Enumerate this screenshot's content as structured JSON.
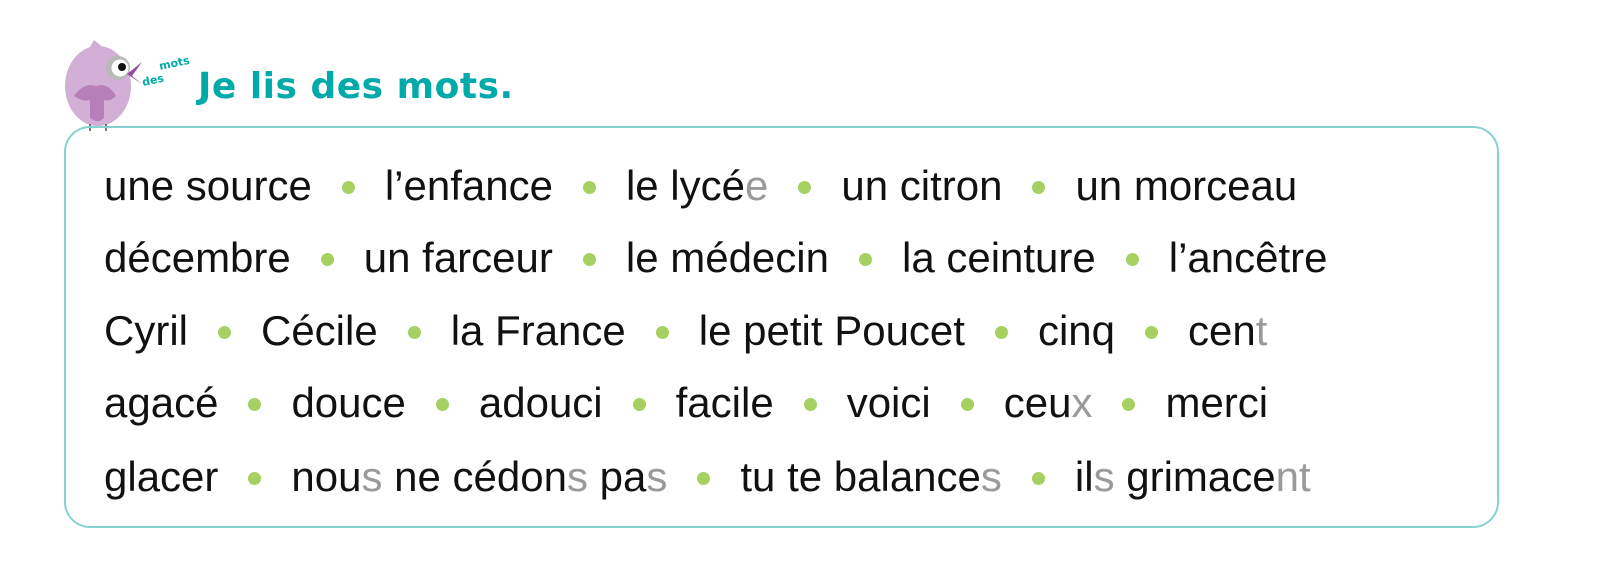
{
  "header": {
    "title": "Je lis des mots.",
    "mascot_label": "des mots",
    "mascot_icon": "bird-icon"
  },
  "colors": {
    "title": "#00aaa8",
    "box_border": "#86d2cf",
    "separator_dot": "#a7d063",
    "text": "#111111",
    "silent_letters": "#9a9a9c"
  },
  "lines": [
    {
      "words": [
        {
          "parts": [
            {
              "t": "une source"
            }
          ]
        },
        {
          "parts": [
            {
              "t": "l’enfance"
            }
          ]
        },
        {
          "parts": [
            {
              "t": "le lycé"
            },
            {
              "t": "e",
              "silent": true
            }
          ]
        },
        {
          "parts": [
            {
              "t": "un citron"
            }
          ]
        },
        {
          "parts": [
            {
              "t": "un morceau"
            }
          ]
        }
      ]
    },
    {
      "words": [
        {
          "parts": [
            {
              "t": "décembre"
            }
          ]
        },
        {
          "parts": [
            {
              "t": "un farceur"
            }
          ]
        },
        {
          "parts": [
            {
              "t": "le médecin"
            }
          ]
        },
        {
          "parts": [
            {
              "t": "la ceinture"
            }
          ]
        },
        {
          "parts": [
            {
              "t": "l’ancêtre"
            }
          ]
        }
      ]
    },
    {
      "words": [
        {
          "parts": [
            {
              "t": "Cyril"
            }
          ]
        },
        {
          "parts": [
            {
              "t": "Cécile"
            }
          ]
        },
        {
          "parts": [
            {
              "t": "la France"
            }
          ]
        },
        {
          "parts": [
            {
              "t": "le petit Poucet"
            }
          ]
        },
        {
          "parts": [
            {
              "t": "cinq"
            }
          ]
        },
        {
          "parts": [
            {
              "t": "cen"
            },
            {
              "t": "t",
              "silent": true
            }
          ]
        }
      ]
    },
    {
      "words": [
        {
          "parts": [
            {
              "t": "agacé"
            }
          ]
        },
        {
          "parts": [
            {
              "t": "douce"
            }
          ]
        },
        {
          "parts": [
            {
              "t": "adouci"
            }
          ]
        },
        {
          "parts": [
            {
              "t": "facile"
            }
          ]
        },
        {
          "parts": [
            {
              "t": "voici"
            }
          ]
        },
        {
          "parts": [
            {
              "t": "ceu"
            },
            {
              "t": "x",
              "silent": true
            }
          ]
        },
        {
          "parts": [
            {
              "t": "merci"
            }
          ]
        }
      ]
    },
    {
      "words": [
        {
          "parts": [
            {
              "t": "glacer"
            }
          ]
        },
        {
          "parts": [
            {
              "t": "nou"
            },
            {
              "t": "s",
              "silent": true
            },
            {
              "t": " ne cédon"
            },
            {
              "t": "s",
              "silent": true
            },
            {
              "t": " pa"
            },
            {
              "t": "s",
              "silent": true
            }
          ]
        },
        {
          "parts": [
            {
              "t": "tu te balance"
            },
            {
              "t": "s",
              "silent": true
            }
          ]
        },
        {
          "parts": [
            {
              "t": "il"
            },
            {
              "t": "s",
              "silent": true
            },
            {
              "t": " grimace"
            },
            {
              "t": "nt",
              "silent": true
            }
          ]
        }
      ]
    }
  ]
}
